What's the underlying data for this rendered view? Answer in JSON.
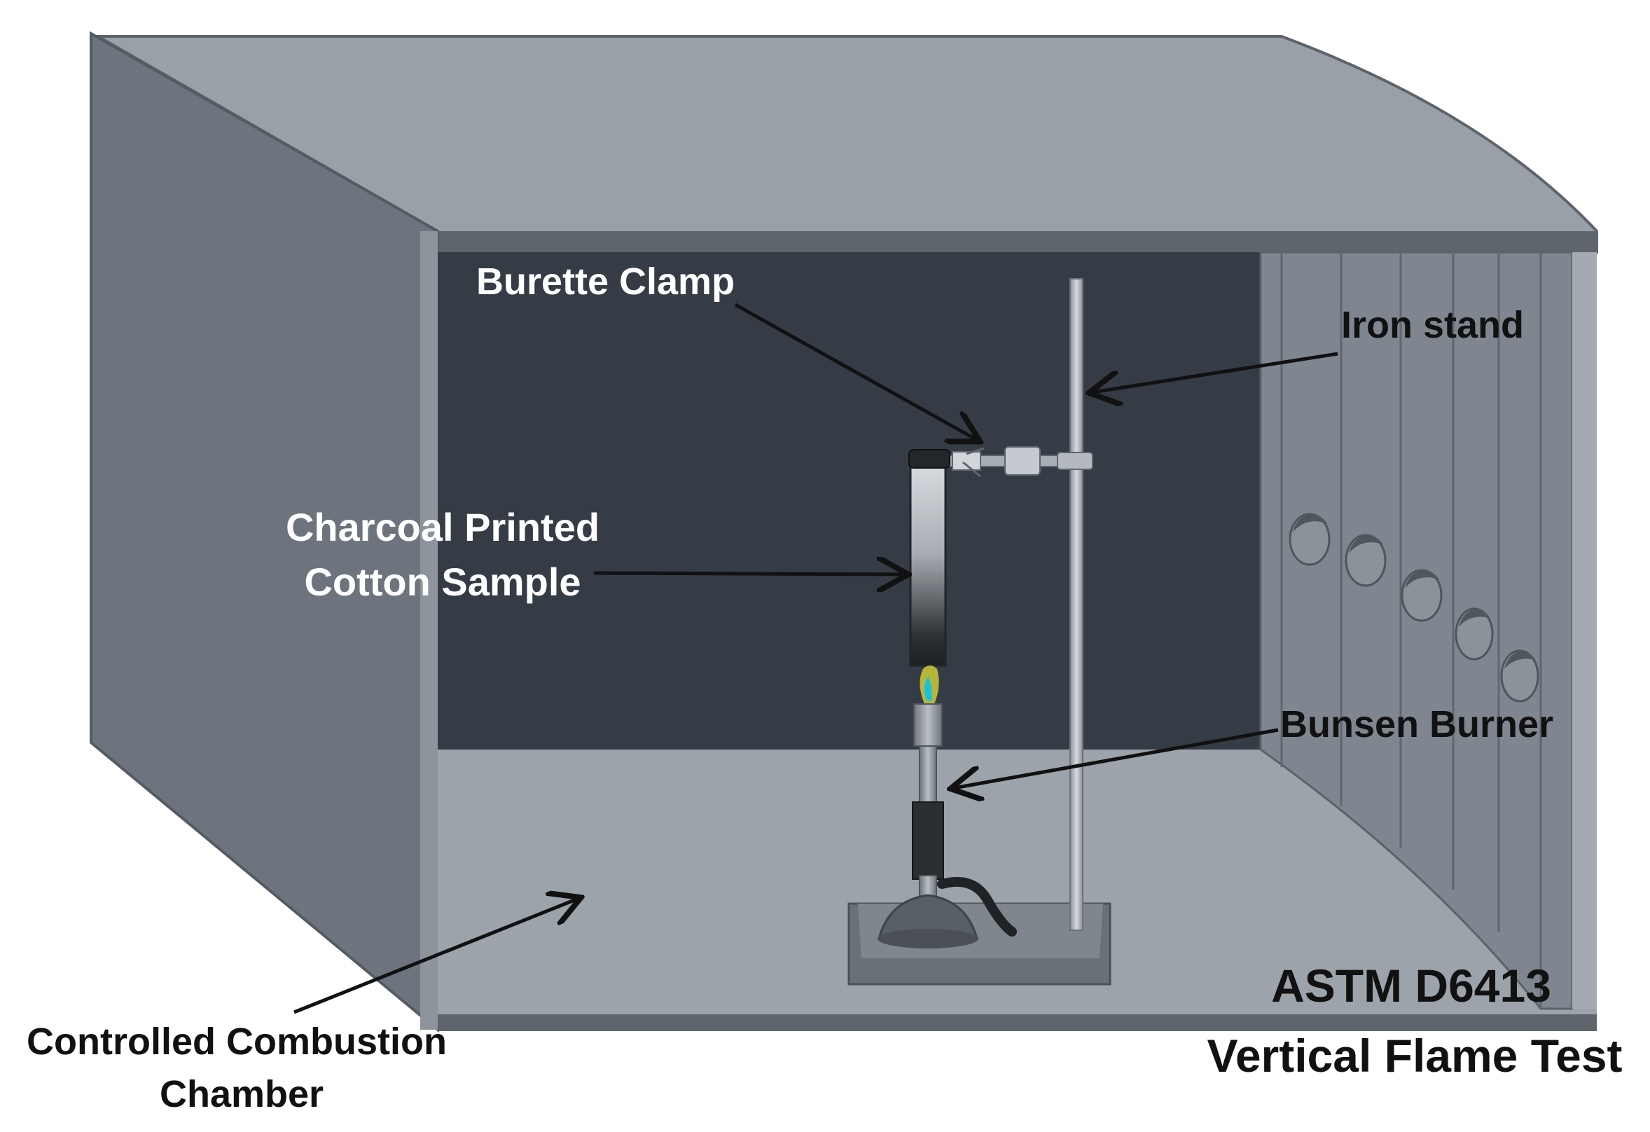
{
  "labels": {
    "burette_clamp": "Burette Clamp",
    "iron_stand": "Iron stand",
    "sample_line1": "Charcoal Printed",
    "sample_line2": "Cotton Sample",
    "bunsen_burner": "Bunsen Burner",
    "chamber_line1": "Controlled Combustion",
    "chamber_line2": "Chamber",
    "test_line1": "ASTM D6413",
    "test_line2": "Vertical Flame Test"
  },
  "colors": {
    "chamber_top": "#9aa0a8",
    "chamber_side": "#6d747d",
    "back_wall": "#353c45",
    "floor": "#9da3ab",
    "right_wall": "#7f868f",
    "label_light": "#ffffff",
    "label_dark": "#111111",
    "arrow": "#111111",
    "flame_blue": "#19c0d8",
    "flame_yellow": "#d8d43a"
  }
}
